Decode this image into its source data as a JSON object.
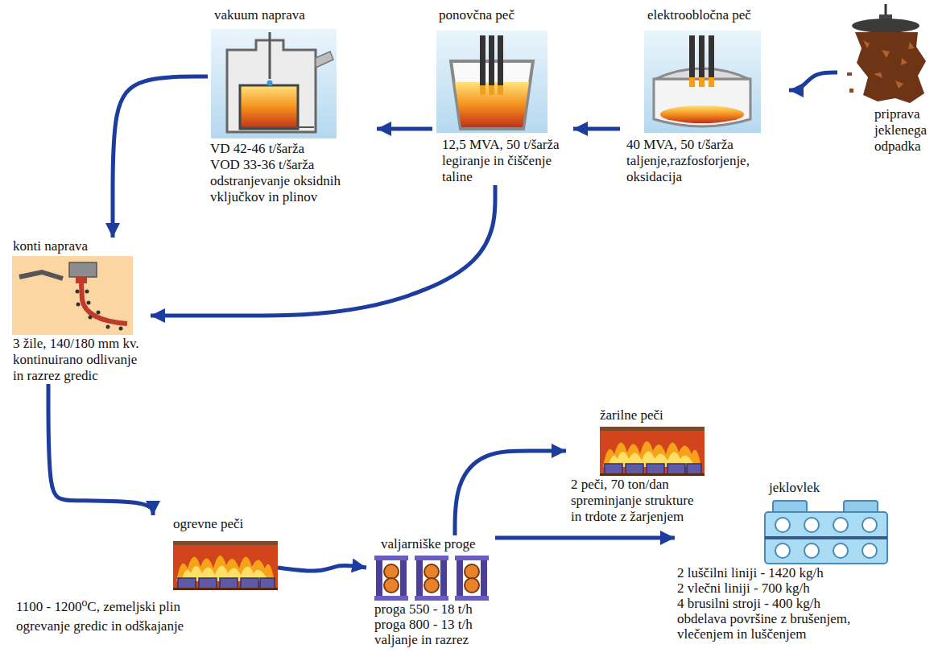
{
  "diagram": {
    "nodes": [
      {
        "text": [
          "priprava jeklenega odpadka"
        ]
      },
      {
        "text": [
          "elektroobločna peč",
          "40 MVA, 50 t/šarža",
          "taljenje,razfosforjenje, oksidacija"
        ]
      },
      {
        "text": [
          "ponovčna peč",
          "12,5 MVA, 50 t/šarža",
          "legiranje in čiščenje taline"
        ]
      },
      {
        "text": [
          "vakuum naprava",
          "VD 42-46 t/šarža",
          "VOD 33-36 t/šarža",
          "odstranjevanje oksidnih vključkov in plinov"
        ]
      },
      {
        "text": [
          "konti naprava",
          "3 žile, 140/180 mm kv.",
          "kontinuirano odlivanje in razrez gredic"
        ]
      },
      {
        "text": [
          "ogrevne peči",
          "1100 - 1200⁰C, zemeljski plin",
          "ogrevanje gredic in odškajanje"
        ]
      },
      {
        "text": [
          "valjarniške proge",
          "proga 550 - 18 t/h",
          "proga 800 - 13 t/h",
          "valjanje in razrez"
        ]
      },
      {
        "text": [
          "žarilne peči",
          "2 peči, 70 ton/dan",
          "spreminjanje strukture in trdote z žarjenjem"
        ]
      },
      {
        "text": [
          "jeklovlek",
          "2 luščilni liniji - 1420 kg/h",
          "2 vlečni liniji - 700 kg/h",
          "4 brusilni stroji - 400 kg/h",
          "obdelava površine z brušenjem, vlečenjem in luščenjem"
        ]
      }
    ],
    "edges": [
      {
        "from": 0,
        "to": 1,
        "arrow": "to"
      },
      {
        "from": 1,
        "to": 2,
        "arrow": "to"
      },
      {
        "from": 2,
        "to": 3,
        "arrow": "to"
      },
      {
        "from": 2,
        "to": 4,
        "arrow": "to"
      },
      {
        "from": 3,
        "to": 4,
        "arrow": "to"
      },
      {
        "from": 4,
        "to": 5,
        "arrow": "to"
      },
      {
        "from": 5,
        "to": 6,
        "arrow": "to"
      },
      {
        "from": 6,
        "to": 7,
        "arrow": "to"
      },
      {
        "from": 6,
        "to": 8,
        "arrow": "to"
      }
    ]
  }
}
